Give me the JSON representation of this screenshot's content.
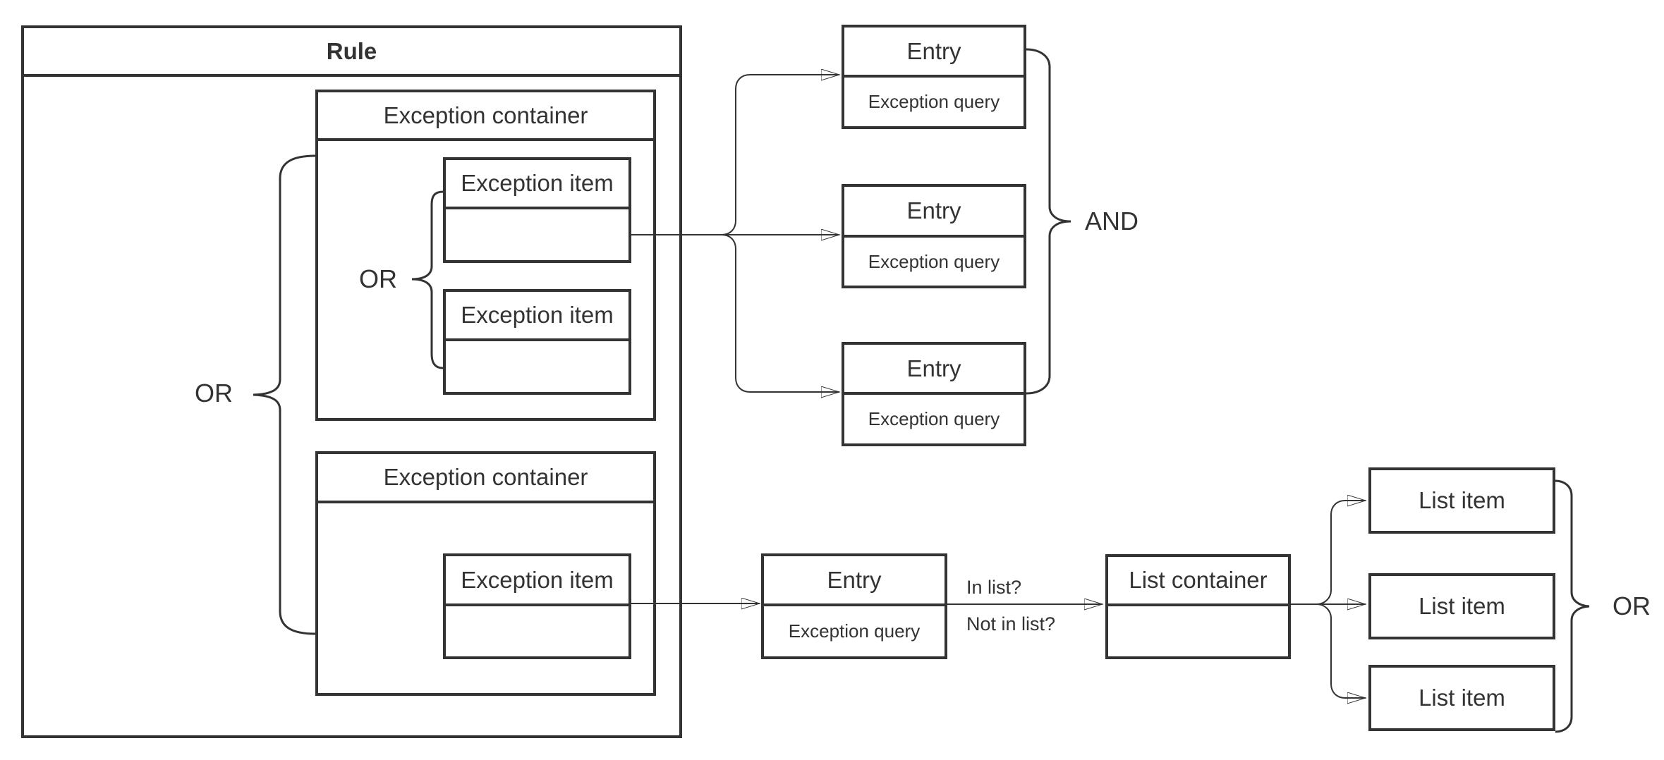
{
  "colors": {
    "stroke": "#333333",
    "text": "#333333",
    "canvas": "#ffffff"
  },
  "rule": {
    "title": "Rule"
  },
  "exception_containers": [
    {
      "title": "Exception container",
      "items": [
        {
          "title": "Exception item"
        },
        {
          "title": "Exception item"
        }
      ],
      "items_join_label": "OR"
    },
    {
      "title": "Exception container",
      "items": [
        {
          "title": "Exception item"
        }
      ]
    }
  ],
  "containers_join_label": "OR",
  "entry_group": {
    "entries": [
      {
        "title": "Entry",
        "body": "Exception query"
      },
      {
        "title": "Entry",
        "body": "Exception query"
      },
      {
        "title": "Entry",
        "body": "Exception query"
      }
    ],
    "join_label": "AND"
  },
  "list_flow": {
    "entry": {
      "title": "Entry",
      "body": "Exception query"
    },
    "edge_labels": {
      "in_list": "In list?",
      "not_in_list": "Not in list?"
    },
    "list_container": {
      "title": "List container"
    },
    "list_items": [
      {
        "label": "List item"
      },
      {
        "label": "List item"
      },
      {
        "label": "List item"
      }
    ],
    "join_label": "OR"
  }
}
